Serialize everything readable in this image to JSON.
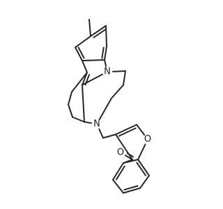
{
  "atoms": [
    {
      "id": "c_me",
      "element": "C",
      "label": ""
    },
    {
      "id": "c5",
      "element": "C",
      "label": ""
    },
    {
      "id": "c6",
      "element": "C",
      "label": ""
    },
    {
      "id": "c7",
      "element": "C",
      "label": ""
    },
    {
      "id": "c7a",
      "element": "C",
      "label": ""
    },
    {
      "id": "c3a",
      "element": "C",
      "label": ""
    },
    {
      "id": "c4",
      "element": "C",
      "label": ""
    },
    {
      "id": "n1",
      "element": "N",
      "label": "N"
    },
    {
      "id": "c2",
      "element": "C",
      "label": ""
    },
    {
      "id": "c10",
      "element": "C",
      "label": ""
    },
    {
      "id": "c11",
      "element": "C",
      "label": ""
    },
    {
      "id": "c12",
      "element": "C",
      "label": ""
    },
    {
      "id": "c13",
      "element": "C",
      "label": ""
    },
    {
      "id": "c14",
      "element": "C",
      "label": ""
    },
    {
      "id": "c15",
      "element": "C",
      "label": ""
    },
    {
      "id": "c16",
      "element": "C",
      "label": ""
    },
    {
      "id": "c17",
      "element": "C",
      "label": ""
    },
    {
      "id": "n2",
      "element": "N",
      "label": "N"
    },
    {
      "id": "c18",
      "element": "C",
      "label": ""
    },
    {
      "id": "c19",
      "element": "C",
      "label": ""
    },
    {
      "id": "c20",
      "element": "C",
      "label": ""
    },
    {
      "id": "c21",
      "element": "C",
      "label": ""
    },
    {
      "id": "o1",
      "element": "O",
      "label": "O"
    },
    {
      "id": "c22",
      "element": "C",
      "label": ""
    },
    {
      "id": "c23",
      "element": "C",
      "label": ""
    },
    {
      "id": "c24",
      "element": "C",
      "label": ""
    },
    {
      "id": "c25",
      "element": "C",
      "label": ""
    },
    {
      "id": "c26",
      "element": "C",
      "label": ""
    },
    {
      "id": "c27",
      "element": "C",
      "label": ""
    },
    {
      "id": "o2",
      "element": "O",
      "label": "O"
    }
  ],
  "bonds": [
    {
      "from": "c_me",
      "to": "c5",
      "order": 1
    },
    {
      "from": "c5",
      "to": "c6",
      "order": 2
    },
    {
      "from": "c6",
      "to": "c7",
      "order": 1
    },
    {
      "from": "c7",
      "to": "c7a",
      "order": 2
    },
    {
      "from": "c7a",
      "to": "c3a",
      "order": 1
    },
    {
      "from": "c3a",
      "to": "c4",
      "order": 2
    },
    {
      "from": "c4",
      "to": "c5",
      "order": 1
    },
    {
      "from": "c7a",
      "to": "n1",
      "order": 1
    },
    {
      "from": "n1",
      "to": "c2",
      "order": 1
    },
    {
      "from": "c2",
      "to": "c10",
      "order": 2
    },
    {
      "from": "c10",
      "to": "c3a",
      "order": 1
    },
    {
      "from": "c10",
      "to": "c11",
      "order": 1
    },
    {
      "from": "c11",
      "to": "c12",
      "order": 1
    },
    {
      "from": "c12",
      "to": "c13",
      "order": 1
    },
    {
      "from": "c13",
      "to": "c14",
      "order": 1
    },
    {
      "from": "c14",
      "to": "c2",
      "order": 1
    },
    {
      "from": "n1",
      "to": "c15",
      "order": 1
    },
    {
      "from": "c15",
      "to": "c16",
      "order": 1
    },
    {
      "from": "c16",
      "to": "c17",
      "order": 1
    },
    {
      "from": "c17",
      "to": "n2",
      "order": 1
    },
    {
      "from": "n2",
      "to": "c14",
      "order": 1
    },
    {
      "from": "n2",
      "to": "c18",
      "order": 1
    },
    {
      "from": "c18",
      "to": "c19",
      "order": 1
    },
    {
      "from": "c19",
      "to": "c20",
      "order": 2
    },
    {
      "from": "c20",
      "to": "o1",
      "order": 1
    },
    {
      "from": "o1",
      "to": "c22",
      "order": 1
    },
    {
      "from": "c22",
      "to": "c23",
      "order": 2
    },
    {
      "from": "c23",
      "to": "c24",
      "order": 1
    },
    {
      "from": "c24",
      "to": "c25",
      "order": 2
    },
    {
      "from": "c25",
      "to": "c26",
      "order": 1
    },
    {
      "from": "c26",
      "to": "c27",
      "order": 2
    },
    {
      "from": "c27",
      "to": "c22",
      "order": 1
    },
    {
      "from": "c27",
      "to": "c21",
      "order": 1
    },
    {
      "from": "c21",
      "to": "c19",
      "order": 1
    },
    {
      "from": "c21",
      "to": "o2",
      "order": 2
    }
  ]
}
